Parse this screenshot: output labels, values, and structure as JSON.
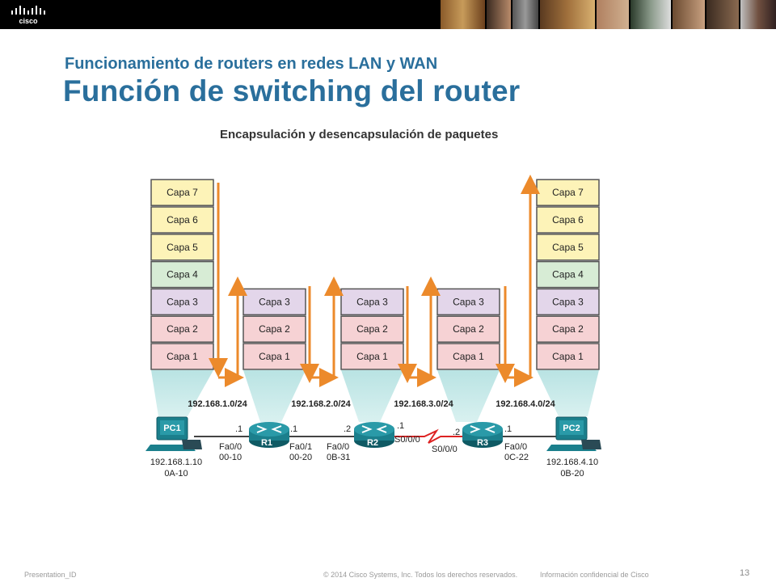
{
  "header": {
    "brand": "cisco"
  },
  "slide": {
    "subtitle": "Funcionamiento de routers en redes LAN y WAN",
    "title": "Función de switching del router"
  },
  "figure": {
    "title": "Encapsulación y desencapsulación de paquetes",
    "stacks": [
      {
        "name": "PC1",
        "layers": [
          "Capa 7",
          "Capa 6",
          "Capa 5",
          "Capa 4",
          "Capa 3",
          "Capa 2",
          "Capa 1"
        ]
      },
      {
        "name": "R1",
        "layers": [
          "Capa 3",
          "Capa 2",
          "Capa 1"
        ]
      },
      {
        "name": "R2",
        "layers": [
          "Capa 3",
          "Capa 2",
          "Capa 1"
        ]
      },
      {
        "name": "R3",
        "layers": [
          "Capa 3",
          "Capa 2",
          "Capa 1"
        ]
      },
      {
        "name": "PC2",
        "layers": [
          "Capa 7",
          "Capa 6",
          "Capa 5",
          "Capa 4",
          "Capa 3",
          "Capa 2",
          "Capa 1"
        ]
      }
    ],
    "networks": [
      "192.168.1.0/24",
      "192.168.2.0/24",
      "192.168.3.0/24",
      "192.168.4.0/24"
    ],
    "devices": {
      "pc1": {
        "label": "PC1",
        "ip": "192.168.1.10",
        "mac": "0A-10"
      },
      "r1": {
        "label": "R1",
        "left_host": ".1",
        "right_host": ".1",
        "left_if": "Fa0/0",
        "left_mac": "00-10",
        "right_if": "Fa0/1",
        "right_mac": "00-20"
      },
      "r2": {
        "label": "R2",
        "left_host": ".2",
        "right_host": ".1",
        "left_if": "Fa0/0",
        "left_mac": "0B-31",
        "right_if": "S0/0/0"
      },
      "r3": {
        "label": "R3",
        "left_host": ".2",
        "right_host": ".1",
        "left_if": "S0/0/0",
        "right_if": "Fa0/0",
        "right_mac": "0C-22"
      },
      "pc2": {
        "label": "PC2",
        "ip": "192.168.4.10",
        "mac": "0B-20"
      }
    },
    "colors": {
      "layer_upper": "#fdf3b8",
      "layer_4": "#d7ecd5",
      "layer_3": "#e3d6ea",
      "layer_lower": "#f6d2d4",
      "arrow": "#ec8a2b",
      "device": "#1b7f8c",
      "title": "#2a6f9c"
    }
  },
  "footer": {
    "presentation_id": "Presentation_ID",
    "copyright": "© 2014 Cisco Systems, Inc. Todos los derechos reservados.",
    "confidential": "Información confidencial de Cisco",
    "page": "13"
  }
}
